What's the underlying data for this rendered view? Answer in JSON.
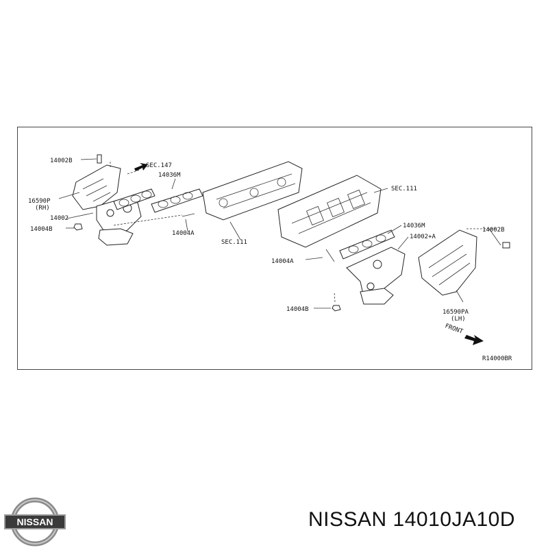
{
  "labels": {
    "l1": "14002B",
    "l2": "SEC.147",
    "l3": "14036M",
    "l4": "16590P",
    "l5": "(RH)",
    "l6": "14002",
    "l7": "14004B",
    "l8": "14004A",
    "l9": "SEC.111",
    "l10": "SEC.111",
    "l11": "14036M",
    "l12": "14002+A",
    "l13": "14002B",
    "l14": "14004A",
    "l15": "14004B",
    "l16": "16590PA",
    "l17": "(LH)",
    "l18": "FRONT",
    "l19": "R14000BR"
  },
  "logo": {
    "text": "NISSAN"
  },
  "caption": "NISSAN 14010JA10D"
}
